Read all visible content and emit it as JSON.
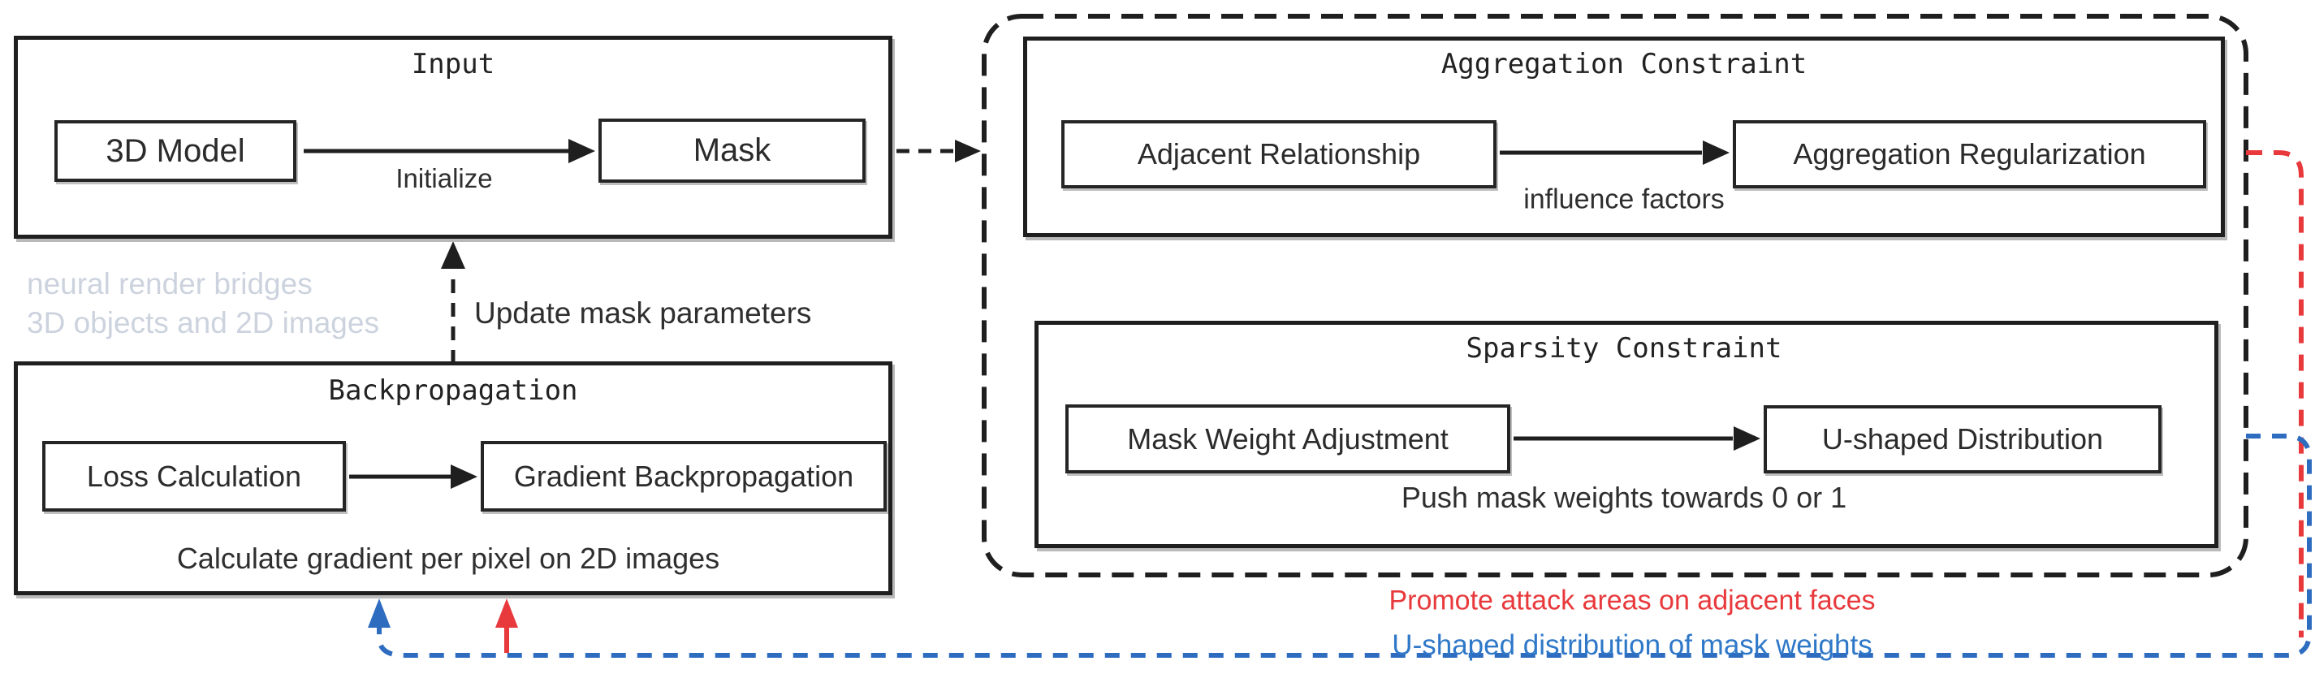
{
  "colors": {
    "ink": "#1f1f1f",
    "red": "#e8393c",
    "blue": "#2e6cc0",
    "blue_text": "#2f78c8",
    "gray_note": "#ccd3de"
  },
  "groups": {
    "input": {
      "title": "Input",
      "nodes": {
        "model": "3D Model",
        "mask": "Mask"
      },
      "edge_label": "Initialize"
    },
    "backpropagation": {
      "title": "Backpropagation",
      "nodes": {
        "loss": "Loss Calculation",
        "gradient": "Gradient Backpropagation"
      },
      "note": "Calculate gradient per pixel on 2D images"
    },
    "aggregation": {
      "title": "Aggregation Constraint",
      "nodes": {
        "adjacent": "Adjacent Relationship",
        "regularization": "Aggregation Regularization"
      },
      "edge_label": "influence factors"
    },
    "sparsity": {
      "title": "Sparsity Constraint",
      "nodes": {
        "adjustment": "Mask Weight Adjustment",
        "distribution": "U-shaped Distribution"
      },
      "note": "Push mask weights towards 0 or 1"
    }
  },
  "annotations": {
    "side_note_line1": "neural render bridges",
    "side_note_line2": "3D objects and 2D images",
    "update_mask": "Update mask parameters",
    "red_feedback": "Promote attack areas on adjacent faces",
    "blue_feedback": "U-shaped distribution of mask weights"
  }
}
